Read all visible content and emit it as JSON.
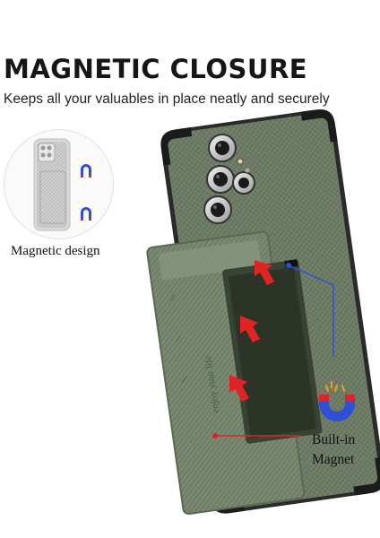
{
  "header": {
    "title": "MAGNETIC CLOSURE",
    "subtitle": "Keeps all your valuables in place neatly and securely"
  },
  "inset": {
    "label": "Magnetic design"
  },
  "wallet": {
    "embossed_text": "enjoy your life"
  },
  "callout": {
    "line1": "Built-in",
    "line2": "Magnet"
  },
  "colors": {
    "case_green": "#6b7a63",
    "accent_red": "#e02424",
    "line_blue": "#2f4fd6"
  }
}
